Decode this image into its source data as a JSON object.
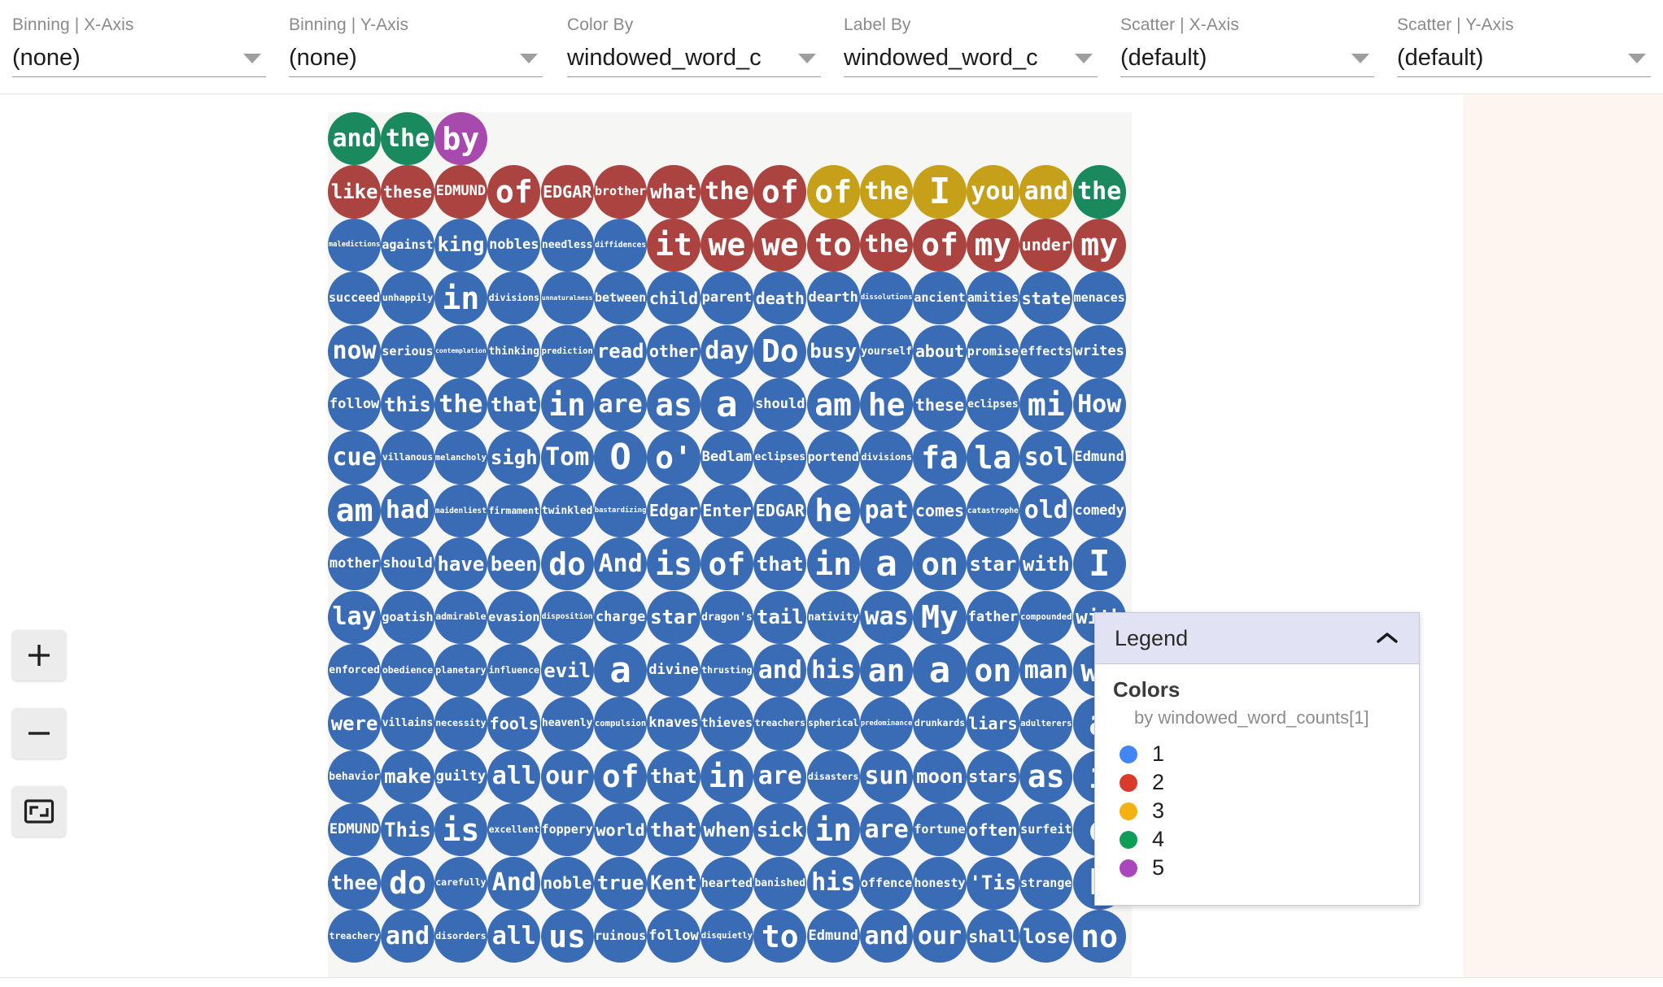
{
  "controls": [
    {
      "label": "Binning | X-Axis",
      "value": "(none)",
      "name": "binning-x-axis"
    },
    {
      "label": "Binning | Y-Axis",
      "value": "(none)",
      "name": "binning-y-axis"
    },
    {
      "label": "Color By",
      "value": "windowed_word_c",
      "name": "color-by"
    },
    {
      "label": "Label By",
      "value": "windowed_word_c",
      "name": "label-by"
    },
    {
      "label": "Scatter | X-Axis",
      "value": "(default)",
      "name": "scatter-x-axis"
    },
    {
      "label": "Scatter | Y-Axis",
      "value": "(default)",
      "name": "scatter-y-axis"
    }
  ],
  "zoom_controls": [
    {
      "name": "zoom-in-button",
      "icon": "plus-icon"
    },
    {
      "name": "zoom-out-button",
      "icon": "minus-icon"
    },
    {
      "name": "fit-to-screen-button",
      "icon": "fit-screen-icon"
    }
  ],
  "legend": {
    "title": "Legend",
    "collapse_icon": "chevron-up-icon",
    "section_title": "Colors",
    "subtitle": "by windowed_word_counts[1]",
    "items": [
      {
        "label": "1",
        "color": "#4285f4"
      },
      {
        "label": "2",
        "color": "#d93b2b"
      },
      {
        "label": "3",
        "color": "#f5b012"
      },
      {
        "label": "4",
        "color": "#0f9d58"
      },
      {
        "label": "5",
        "color": "#ab47bc"
      }
    ]
  },
  "chart_data": {
    "type": "scatter",
    "title": "",
    "xlabel": "",
    "ylabel": "",
    "color_field": "windowed_word_counts[1]",
    "label_field": "windowed_word_counts[1]",
    "palette": {
      "1": "#3a6cb5",
      "2": "#ab4441",
      "3": "#c5a018",
      "4": "#1a8a5e",
      "5": "#a84aad"
    },
    "grid_rows": [
      {
        "start_col": 0,
        "cells": [
          {
            "t": "and",
            "c": 4
          },
          {
            "t": "the",
            "c": 4
          },
          {
            "t": "by",
            "c": 5
          }
        ]
      },
      {
        "start_col": 0,
        "cells": [
          {
            "t": "like",
            "c": 2
          },
          {
            "t": "these",
            "c": 2
          },
          {
            "t": "EDMUND",
            "c": 2
          },
          {
            "t": "of",
            "c": 2
          },
          {
            "t": "EDGAR",
            "c": 2
          },
          {
            "t": "brother",
            "c": 2
          },
          {
            "t": "what",
            "c": 2
          },
          {
            "t": "the",
            "c": 2
          },
          {
            "t": "of",
            "c": 2
          },
          {
            "t": "of",
            "c": 3
          },
          {
            "t": "the",
            "c": 3
          },
          {
            "t": "I",
            "c": 3
          },
          {
            "t": "you",
            "c": 3
          },
          {
            "t": "and",
            "c": 3
          },
          {
            "t": "the",
            "c": 4
          }
        ]
      },
      {
        "start_col": 0,
        "cells": [
          {
            "t": "maledictions",
            "c": 1
          },
          {
            "t": "against",
            "c": 1
          },
          {
            "t": "king",
            "c": 1
          },
          {
            "t": "nobles",
            "c": 1
          },
          {
            "t": "needless",
            "c": 1
          },
          {
            "t": "diffidences",
            "c": 1
          },
          {
            "t": "it",
            "c": 2
          },
          {
            "t": "we",
            "c": 2
          },
          {
            "t": "we",
            "c": 2
          },
          {
            "t": "to",
            "c": 2
          },
          {
            "t": "the",
            "c": 2
          },
          {
            "t": "of",
            "c": 2
          },
          {
            "t": "my",
            "c": 2
          },
          {
            "t": "under",
            "c": 2
          },
          {
            "t": "my",
            "c": 2
          }
        ]
      },
      {
        "start_col": 0,
        "cells": [
          {
            "t": "succeed",
            "c": 1
          },
          {
            "t": "unhappily",
            "c": 1
          },
          {
            "t": "in",
            "c": 1
          },
          {
            "t": "divisions",
            "c": 1
          },
          {
            "t": "unnaturalness",
            "c": 1
          },
          {
            "t": "between",
            "c": 1
          },
          {
            "t": "child",
            "c": 1
          },
          {
            "t": "parent",
            "c": 1
          },
          {
            "t": "death",
            "c": 1
          },
          {
            "t": "dearth",
            "c": 1
          },
          {
            "t": "dissolutions",
            "c": 1
          },
          {
            "t": "ancient",
            "c": 1
          },
          {
            "t": "amities",
            "c": 1
          },
          {
            "t": "state",
            "c": 1
          },
          {
            "t": "menaces",
            "c": 1
          }
        ]
      },
      {
        "start_col": 0,
        "cells": [
          {
            "t": "now",
            "c": 1
          },
          {
            "t": "serious",
            "c": 1
          },
          {
            "t": "contemplation",
            "c": 1
          },
          {
            "t": "thinking",
            "c": 1
          },
          {
            "t": "prediction",
            "c": 1
          },
          {
            "t": "read",
            "c": 1
          },
          {
            "t": "other",
            "c": 1
          },
          {
            "t": "day",
            "c": 1
          },
          {
            "t": "Do",
            "c": 1
          },
          {
            "t": "busy",
            "c": 1
          },
          {
            "t": "yourself",
            "c": 1
          },
          {
            "t": "about",
            "c": 1
          },
          {
            "t": "promise",
            "c": 1
          },
          {
            "t": "effects",
            "c": 1
          },
          {
            "t": "writes",
            "c": 1
          }
        ]
      },
      {
        "start_col": 0,
        "cells": [
          {
            "t": "follow",
            "c": 1
          },
          {
            "t": "this",
            "c": 1
          },
          {
            "t": "the",
            "c": 1
          },
          {
            "t": "that",
            "c": 1
          },
          {
            "t": "in",
            "c": 1
          },
          {
            "t": "are",
            "c": 1
          },
          {
            "t": "as",
            "c": 1
          },
          {
            "t": "a",
            "c": 1
          },
          {
            "t": "should",
            "c": 1
          },
          {
            "t": "am",
            "c": 1
          },
          {
            "t": "he",
            "c": 1
          },
          {
            "t": "these",
            "c": 1
          },
          {
            "t": "eclipses",
            "c": 1
          },
          {
            "t": "mi",
            "c": 1
          },
          {
            "t": "How",
            "c": 1
          }
        ]
      },
      {
        "start_col": 0,
        "cells": [
          {
            "t": "cue",
            "c": 1
          },
          {
            "t": "villanous",
            "c": 1
          },
          {
            "t": "melancholy",
            "c": 1
          },
          {
            "t": "sigh",
            "c": 1
          },
          {
            "t": "Tom",
            "c": 1
          },
          {
            "t": "O",
            "c": 1
          },
          {
            "t": "o'",
            "c": 1
          },
          {
            "t": "Bedlam",
            "c": 1
          },
          {
            "t": "eclipses",
            "c": 1
          },
          {
            "t": "portend",
            "c": 1
          },
          {
            "t": "divisions",
            "c": 1
          },
          {
            "t": "fa",
            "c": 1
          },
          {
            "t": "la",
            "c": 1
          },
          {
            "t": "sol",
            "c": 1
          },
          {
            "t": "Edmund",
            "c": 1
          }
        ]
      },
      {
        "start_col": 0,
        "cells": [
          {
            "t": "am",
            "c": 1
          },
          {
            "t": "had",
            "c": 1
          },
          {
            "t": "maidenliest",
            "c": 1
          },
          {
            "t": "firmament",
            "c": 1
          },
          {
            "t": "twinkled",
            "c": 1
          },
          {
            "t": "bastardizing",
            "c": 1
          },
          {
            "t": "Edgar",
            "c": 1
          },
          {
            "t": "Enter",
            "c": 1
          },
          {
            "t": "EDGAR",
            "c": 1
          },
          {
            "t": "he",
            "c": 1
          },
          {
            "t": "pat",
            "c": 1
          },
          {
            "t": "comes",
            "c": 1
          },
          {
            "t": "catastrophe",
            "c": 1
          },
          {
            "t": "old",
            "c": 1
          },
          {
            "t": "comedy",
            "c": 1
          }
        ]
      },
      {
        "start_col": 0,
        "cells": [
          {
            "t": "mother",
            "c": 1
          },
          {
            "t": "should",
            "c": 1
          },
          {
            "t": "have",
            "c": 1
          },
          {
            "t": "been",
            "c": 1
          },
          {
            "t": "do",
            "c": 1
          },
          {
            "t": "And",
            "c": 1
          },
          {
            "t": "is",
            "c": 1
          },
          {
            "t": "of",
            "c": 1
          },
          {
            "t": "that",
            "c": 1
          },
          {
            "t": "in",
            "c": 1
          },
          {
            "t": "a",
            "c": 1
          },
          {
            "t": "on",
            "c": 1
          },
          {
            "t": "star",
            "c": 1
          },
          {
            "t": "with",
            "c": 1
          },
          {
            "t": "I",
            "c": 1
          }
        ]
      },
      {
        "start_col": 0,
        "cells": [
          {
            "t": "lay",
            "c": 1
          },
          {
            "t": "goatish",
            "c": 1
          },
          {
            "t": "admirable",
            "c": 1
          },
          {
            "t": "evasion",
            "c": 1
          },
          {
            "t": "disposition",
            "c": 1
          },
          {
            "t": "charge",
            "c": 1
          },
          {
            "t": "star",
            "c": 1
          },
          {
            "t": "dragon's",
            "c": 1
          },
          {
            "t": "tail",
            "c": 1
          },
          {
            "t": "nativity",
            "c": 1
          },
          {
            "t": "was",
            "c": 1
          },
          {
            "t": "My",
            "c": 1
          },
          {
            "t": "father",
            "c": 1
          },
          {
            "t": "compounded",
            "c": 1
          },
          {
            "t": "with",
            "c": 1
          }
        ]
      },
      {
        "start_col": 0,
        "cells": [
          {
            "t": "enforced",
            "c": 1
          },
          {
            "t": "obedience",
            "c": 1
          },
          {
            "t": "planetary",
            "c": 1
          },
          {
            "t": "influence",
            "c": 1
          },
          {
            "t": "evil",
            "c": 1
          },
          {
            "t": "a",
            "c": 1
          },
          {
            "t": "divine",
            "c": 1
          },
          {
            "t": "thrusting",
            "c": 1
          },
          {
            "t": "and",
            "c": 1
          },
          {
            "t": "his",
            "c": 1
          },
          {
            "t": "an",
            "c": 1
          },
          {
            "t": "a",
            "c": 1
          },
          {
            "t": "on",
            "c": 1
          },
          {
            "t": "man",
            "c": 1
          },
          {
            "t": "wh",
            "c": 1
          }
        ]
      },
      {
        "start_col": 0,
        "cells": [
          {
            "t": "were",
            "c": 1
          },
          {
            "t": "villains",
            "c": 1
          },
          {
            "t": "necessity",
            "c": 1
          },
          {
            "t": "fools",
            "c": 1
          },
          {
            "t": "heavenly",
            "c": 1
          },
          {
            "t": "compulsion",
            "c": 1
          },
          {
            "t": "knaves",
            "c": 1
          },
          {
            "t": "thieves",
            "c": 1
          },
          {
            "t": "treachers",
            "c": 1
          },
          {
            "t": "spherical",
            "c": 1
          },
          {
            "t": "predominance",
            "c": 1
          },
          {
            "t": "drunkards",
            "c": 1
          },
          {
            "t": "liars",
            "c": 1
          },
          {
            "t": "adulterers",
            "c": 1
          },
          {
            "t": "a",
            "c": 1
          }
        ]
      },
      {
        "start_col": 0,
        "cells": [
          {
            "t": "behavior",
            "c": 1
          },
          {
            "t": "make",
            "c": 1
          },
          {
            "t": "guilty",
            "c": 1
          },
          {
            "t": "all",
            "c": 1
          },
          {
            "t": "our",
            "c": 1
          },
          {
            "t": "of",
            "c": 1
          },
          {
            "t": "that",
            "c": 1
          },
          {
            "t": "in",
            "c": 1
          },
          {
            "t": "are",
            "c": 1
          },
          {
            "t": "disasters",
            "c": 1
          },
          {
            "t": "sun",
            "c": 1
          },
          {
            "t": "moon",
            "c": 1
          },
          {
            "t": "stars",
            "c": 1
          },
          {
            "t": "as",
            "c": 1
          },
          {
            "t": "i",
            "c": 1
          }
        ]
      },
      {
        "start_col": 0,
        "cells": [
          {
            "t": "EDMUND",
            "c": 1
          },
          {
            "t": "This",
            "c": 1
          },
          {
            "t": "is",
            "c": 1
          },
          {
            "t": "excellent",
            "c": 1
          },
          {
            "t": "foppery",
            "c": 1
          },
          {
            "t": "world",
            "c": 1
          },
          {
            "t": "that",
            "c": 1
          },
          {
            "t": "when",
            "c": 1
          },
          {
            "t": "sick",
            "c": 1
          },
          {
            "t": "in",
            "c": 1
          },
          {
            "t": "are",
            "c": 1
          },
          {
            "t": "fortune",
            "c": 1
          },
          {
            "t": "often",
            "c": 1
          },
          {
            "t": "surfeit",
            "c": 1
          },
          {
            "t": "o",
            "c": 1
          }
        ]
      },
      {
        "start_col": 0,
        "cells": [
          {
            "t": "thee",
            "c": 1
          },
          {
            "t": "do",
            "c": 1
          },
          {
            "t": "carefully",
            "c": 1
          },
          {
            "t": "And",
            "c": 1
          },
          {
            "t": "noble",
            "c": 1
          },
          {
            "t": "true",
            "c": 1
          },
          {
            "t": "Kent",
            "c": 1
          },
          {
            "t": "hearted",
            "c": 1
          },
          {
            "t": "banished",
            "c": 1
          },
          {
            "t": "his",
            "c": 1
          },
          {
            "t": "offence",
            "c": 1
          },
          {
            "t": "honesty",
            "c": 1
          },
          {
            "t": "'Tis",
            "c": 1
          },
          {
            "t": "strange",
            "c": 1
          },
          {
            "t": "E",
            "c": 1
          }
        ]
      },
      {
        "start_col": 0,
        "cells": [
          {
            "t": "treachery",
            "c": 1
          },
          {
            "t": "and",
            "c": 1
          },
          {
            "t": "disorders",
            "c": 1
          },
          {
            "t": "all",
            "c": 1
          },
          {
            "t": "us",
            "c": 1
          },
          {
            "t": "ruinous",
            "c": 1
          },
          {
            "t": "follow",
            "c": 1
          },
          {
            "t": "disquietly",
            "c": 1
          },
          {
            "t": "to",
            "c": 1
          },
          {
            "t": "Edmund",
            "c": 1
          },
          {
            "t": "and",
            "c": 1
          },
          {
            "t": "our",
            "c": 1
          },
          {
            "t": "shall",
            "c": 1
          },
          {
            "t": "lose",
            "c": 1
          },
          {
            "t": "no",
            "c": 1
          }
        ]
      }
    ]
  }
}
